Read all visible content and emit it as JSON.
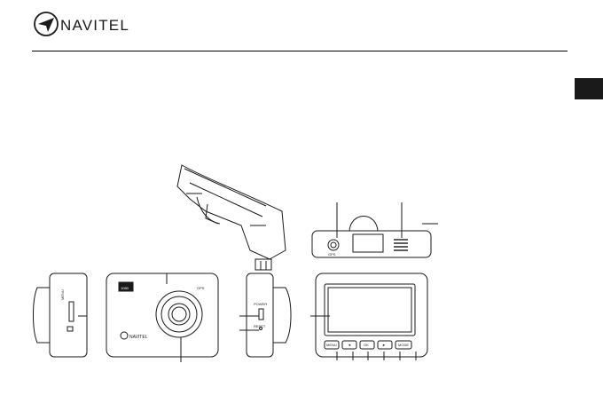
{
  "header": {
    "brand": "NAVITEL",
    "accent": "#1a1a1a"
  },
  "side_tab": {
    "color": "#1a1a1a"
  },
  "left_view": {
    "labels": [
      "MENU"
    ]
  },
  "front_view": {
    "brand": "NAVITEL",
    "badges": [
      "1080",
      "GPS"
    ]
  },
  "right_view": {
    "labels": [
      "POWER",
      "RESET"
    ]
  },
  "top_view": {
    "labels": [
      "GPS"
    ]
  },
  "back_view": {
    "buttons": [
      "MENU",
      "◄",
      "OK",
      "►",
      "MODE"
    ]
  }
}
